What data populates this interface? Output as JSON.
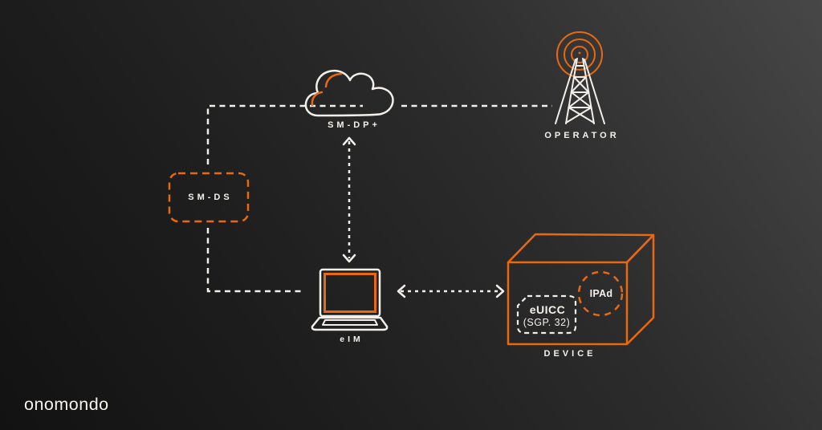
{
  "brand": {
    "logo_text": "onomondo",
    "accent_color": "#E8690F",
    "line_color": "#F2EFEA",
    "background": {
      "type": "linear-gradient",
      "from": "#121212",
      "to": "#474747"
    }
  },
  "diagram": {
    "nodes": {
      "sm_dp": {
        "label": "SM-DP+",
        "icon": "cloud-icon"
      },
      "operator": {
        "label": "OPERATOR",
        "icon": "radio-tower-icon"
      },
      "sm_ds": {
        "label": "SM-DS",
        "shape": "dashed-rounded-rect"
      },
      "eim": {
        "label": "eIM",
        "icon": "laptop-icon"
      },
      "device": {
        "label": "DEVICE",
        "shape": "3d-box",
        "components": {
          "euicc": {
            "label": "eUICC",
            "sublabel": "(SGP. 32)",
            "shape": "dashed-sim-card"
          },
          "ipa": {
            "label": "IPAd",
            "shape": "dashed-circle"
          }
        }
      }
    },
    "connections": [
      {
        "from": "SM-DS",
        "to": "SM-DP+",
        "style": "dashed",
        "arrows": "none",
        "color": "white"
      },
      {
        "from": "SM-DS",
        "to": "eIM",
        "style": "dashed",
        "arrows": "none",
        "color": "white"
      },
      {
        "from": "SM-DP+",
        "to": "eIM",
        "style": "dashed",
        "arrows": "both",
        "color": "white"
      },
      {
        "from": "SM-DP+",
        "to": "OPERATOR",
        "style": "dashed",
        "arrows": "none",
        "color": "white"
      },
      {
        "from": "eIM",
        "to": "DEVICE",
        "style": "dashed",
        "arrows": "both",
        "color": "white"
      }
    ]
  }
}
